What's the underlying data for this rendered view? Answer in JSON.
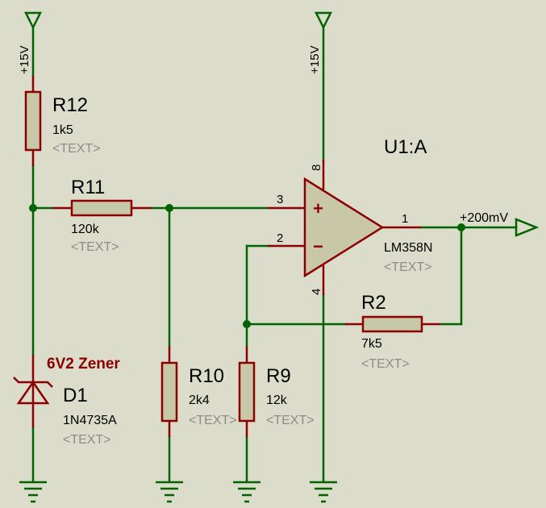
{
  "rails": {
    "left": "+15V",
    "opamp": "+15V"
  },
  "placeholder": "<TEXT>",
  "r12": {
    "ref": "R12",
    "value": "1k5"
  },
  "r11": {
    "ref": "R11",
    "value": "120k"
  },
  "r10": {
    "ref": "R10",
    "value": "2k4"
  },
  "r9": {
    "ref": "R9",
    "value": "12k"
  },
  "r2": {
    "ref": "R2",
    "value": "7k5"
  },
  "d1": {
    "ref": "D1",
    "value": "1N4735A",
    "note": "6V2 Zener"
  },
  "u1": {
    "ref": "U1:A",
    "value": "LM358N",
    "pins": {
      "noninv": "3",
      "inv": "2",
      "out": "1",
      "vcc": "8",
      "gnd": "4"
    },
    "signs": {
      "plus": "+",
      "minus": "−"
    }
  },
  "output_label": "+200mV",
  "colors": {
    "background": "#dcdccb",
    "wire": "#006400",
    "component": "#8b0000",
    "fill": "#c8c8a8"
  }
}
